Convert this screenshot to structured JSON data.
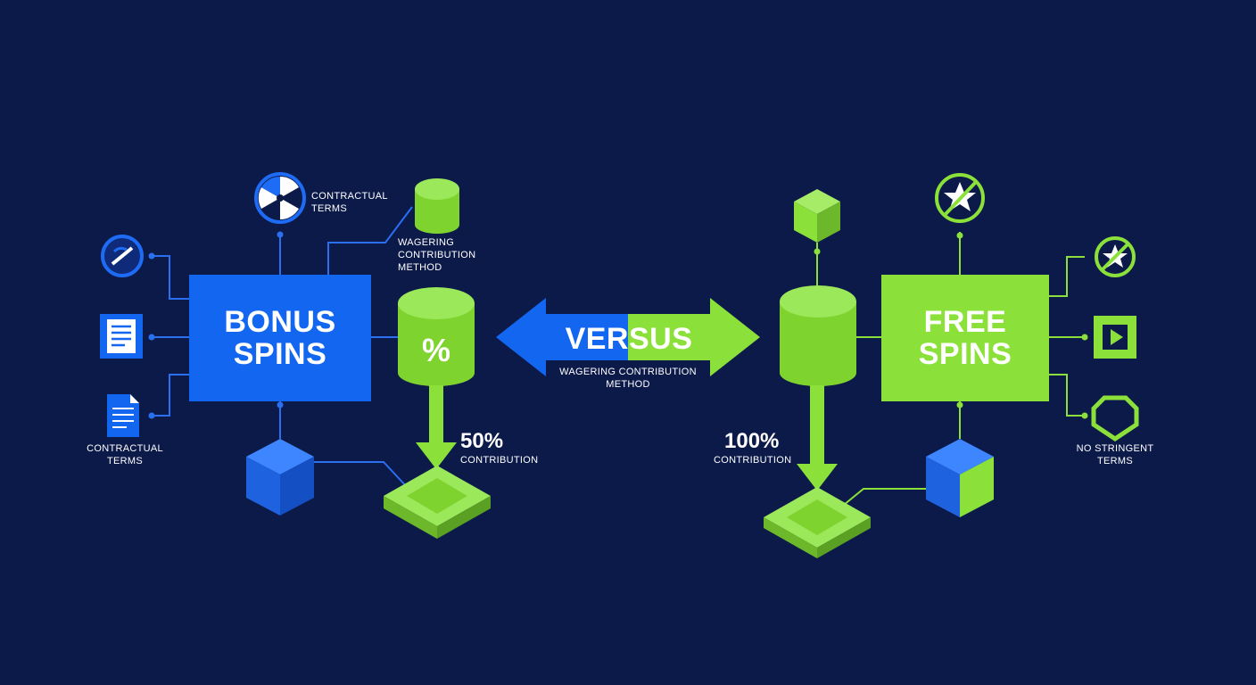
{
  "colors": {
    "background": "#0c1a4a",
    "blue": "#1366f0",
    "green": "#8be13a",
    "line_blue": "#2a6ff0",
    "line_green": "#8be13a"
  },
  "left": {
    "title_line1": "BONUS",
    "title_line2": "SPINS",
    "label_top": "CONTRACTUAL TERMS",
    "label_bottom_left": "CONTRACTUAL TERMS",
    "label_cylinder": "WAGERING CONTRIBUTION METHOD",
    "cylinder_symbol": "%",
    "contribution_value": "50%",
    "contribution_label": "CONTRIBUTION",
    "icons": [
      "no-spin-icon",
      "radiation-icon",
      "document-icon",
      "file-icon",
      "cube-icon",
      "cylinder-icon",
      "tile-icon"
    ]
  },
  "center": {
    "title": "VERSUS",
    "subtitle": "WAGERING CONTRIBUTION METHOD"
  },
  "right": {
    "title_line1": "FREE",
    "title_line2": "SPINS",
    "label_bottom_right": "NO STRINGENT TERMS",
    "contribution_value": "100%",
    "contribution_label": "CONTRIBUTION",
    "icons": [
      "no-star-icon",
      "no-star-small-icon",
      "play-icon",
      "shield-icon",
      "cube-icon",
      "cylinder-icon",
      "tile-icon"
    ]
  }
}
